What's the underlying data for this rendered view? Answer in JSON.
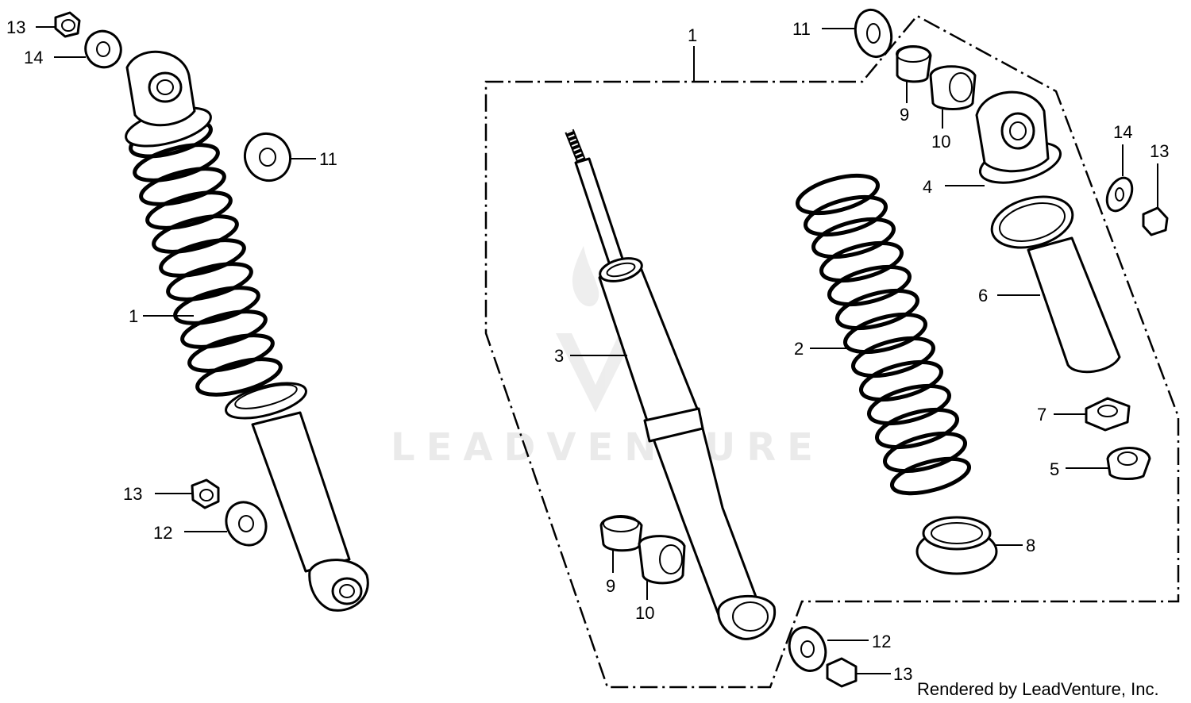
{
  "watermark": {
    "text": "LEADVENTURE"
  },
  "credit": "Rendered by LeadVenture, Inc.",
  "callouts": {
    "left": {
      "c13_top": "13",
      "c14_top": "14",
      "c11": "11",
      "c1": "1",
      "c13_bot": "13",
      "c12": "12"
    },
    "exploded": {
      "c1": "1",
      "c11": "11",
      "c9_top": "9",
      "c10_top": "10",
      "c14": "14",
      "c13_right": "13",
      "c4": "4",
      "c6": "6",
      "c3": "3",
      "c2": "2",
      "c7": "7",
      "c5": "5",
      "c8": "8",
      "c9_bot": "9",
      "c10_bot": "10",
      "c12": "12",
      "c13_bot": "13"
    }
  }
}
